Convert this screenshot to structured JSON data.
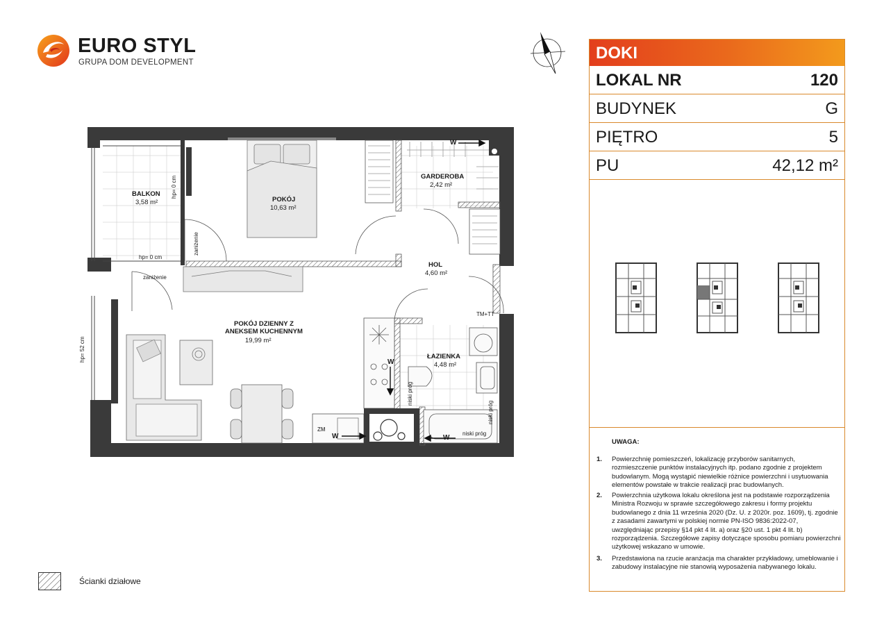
{
  "brand": {
    "name": "EURO STYL",
    "tagline": "GRUPA DOM DEVELOPMENT",
    "colors": {
      "primary": "#e94e1b",
      "secondary": "#f39a1c",
      "dark": "#3a3a3a"
    }
  },
  "compass": {
    "icon": "north-arrow-icon"
  },
  "plan": {
    "rooms": [
      {
        "name": "BALKON",
        "area": "3,58 m²"
      },
      {
        "name": "POKÓJ",
        "area": "10,63 m²"
      },
      {
        "name": "GARDEROBA",
        "area": "2,42 m²"
      },
      {
        "name": "HOL",
        "area": "4,60 m²"
      },
      {
        "name": "POKÓJ DZIENNY Z\nANEKSEM KUCHENNYM",
        "area": "19,99 m²"
      },
      {
        "name": "ŁAZIENKA",
        "area": "4,48 m²"
      }
    ],
    "annotations": {
      "hp0_vertical": "hp= 0 cm",
      "hp0_horizontal": "hp= 0 cm",
      "lowering_1": "zaniżenie",
      "lowering_2": "zaniżenie",
      "hp52": "hp= 52 cm",
      "tm_tt": "TM+TT",
      "zm": "ZM",
      "w1": "W",
      "w2": "W",
      "w3": "W",
      "w4": "W",
      "threshold_1": "niski próg",
      "threshold_2": "niski próg",
      "threshold_3": "niski próg"
    }
  },
  "legend": {
    "label": "Ścianki działowe",
    "icon": "hatch-pattern-icon"
  },
  "panel": {
    "investment": "DOKI",
    "rows": [
      {
        "key": "LOKAL NR",
        "value": "120",
        "bold": true
      },
      {
        "key": "BUDYNEK",
        "value": "G",
        "bold": false
      },
      {
        "key": "PIĘTRO",
        "value": "5",
        "bold": false
      },
      {
        "key": "PU",
        "value": "42,12 m²",
        "bold": false
      }
    ],
    "notes_title": "UWAGA:",
    "notes": [
      {
        "num": "1.",
        "text": "Powierzchnię pomieszczeń, lokalizację przyborów sanitarnych, rozmieszczenie punktów instalacyjnych itp. podano zgodnie z projektem budowlanym. Mogą wystąpić niewielkie różnice powierzchni i usytuowania elementów powstałe w trakcie realizacji prac budowlanych."
      },
      {
        "num": "2.",
        "text": "Powierzchnia użytkowa lokalu określona jest na podstawie rozporządzenia Ministra Rozwoju w sprawie szczegółowego zakresu i formy projektu budowlanego z dnia 11 września 2020 (Dz. U. z 2020r. poz. 1609), tj. zgodnie z zasadami zawartymi w polskiej normie PN-ISO 9836:2022-07, uwzględniając przepisy §14 pkt 4 lit. a) oraz §20 ust. 1 pkt 4 lit. b) rozporządzenia. Szczegółowe zapisy dotyczące sposobu pomiaru powierzchni użytkowej wskazano w umowie."
      },
      {
        "num": "3.",
        "text": "Przedstawiona na rzucie aranżacja ma charakter przykładowy, umeblowanie i zabudowy instalacyjne nie stanowią wyposażenia nabywanego lokalu."
      }
    ]
  }
}
